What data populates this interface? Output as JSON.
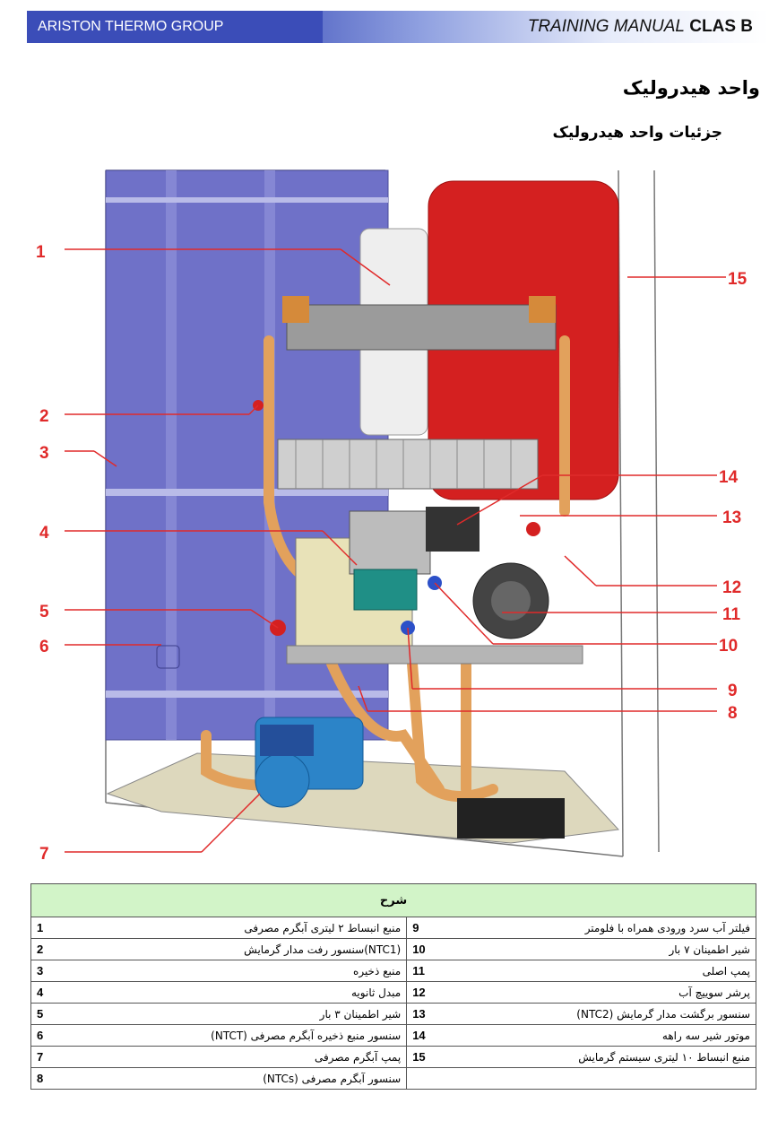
{
  "header": {
    "company": "ARISTON THERMO GROUP",
    "manual_italic": "TRAINING MANUAL",
    "manual_bold": "CLAS B"
  },
  "title": "واحد هیدرولیک",
  "subtitle": "جزئیات واحد هیدرولیک",
  "callouts": [
    "1",
    "2",
    "3",
    "4",
    "5",
    "6",
    "7",
    "8",
    "9",
    "10",
    "11",
    "12",
    "13",
    "14",
    "15"
  ],
  "legend": {
    "caption": "شرح",
    "rows": [
      {
        "l_num": "1",
        "l_text": "منبع انبساط ۲ لیتری آبگرم مصرفی",
        "r_num": "9",
        "r_text": "فیلتر آب سرد ورودی همراه با فلومتر"
      },
      {
        "l_num": "2",
        "l_text": "(NTC1)سنسور رفت مدار گرمایش",
        "r_num": "10",
        "r_text": "شیر اطمینان ۷ بار"
      },
      {
        "l_num": "3",
        "l_text": "منبع ذخیره",
        "r_num": "11",
        "r_text": "پمپ اصلی"
      },
      {
        "l_num": "4",
        "l_text": "مبدل ثانویه",
        "r_num": "12",
        "r_text": "پرشر سوییچ آب"
      },
      {
        "l_num": "5",
        "l_text": "شیر اطمینان ۳ بار",
        "r_num": "13",
        "r_text": "سنسور برگشت مدار گرمایش (NTC2)"
      },
      {
        "l_num": "6",
        "l_text": "سنسور منبع ذخیره آبگرم مصرفی (NTCT)",
        "r_num": "14",
        "r_text": "موتور شیر سه راهه"
      },
      {
        "l_num": "7",
        "l_text": "پمپ آبگرم مصرفی",
        "r_num": "15",
        "r_text": "منبع انبساط ۱۰ لیتری سیستم گرمایش"
      },
      {
        "l_num": "8",
        "l_text": "سنسور آبگرم مصرفی (NTCs)",
        "r_num": "",
        "r_text": ""
      }
    ]
  }
}
